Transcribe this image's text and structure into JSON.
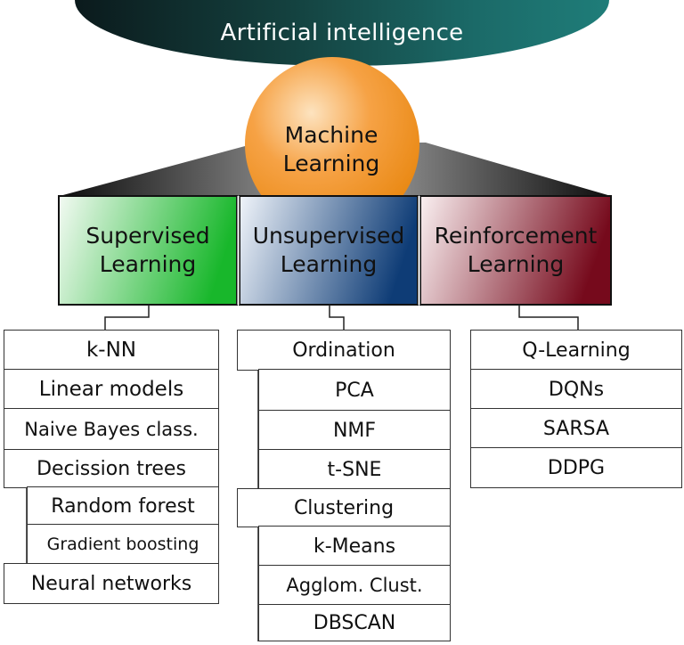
{
  "top": {
    "label": "Artificial intelligence"
  },
  "ml": {
    "line1": "Machine",
    "line2": "Learning"
  },
  "categories": [
    {
      "line1": "Supervised",
      "line2": "Learning",
      "color": "#1dbb2e"
    },
    {
      "line1": "Unsupervised",
      "line2": "Learning",
      "color": "#0f3f78"
    },
    {
      "line1": "Reinforcement",
      "line2": "Learning",
      "color": "#7a0a1e"
    }
  ],
  "supervised": [
    "k-NN",
    "Linear models",
    "Naive Bayes class.",
    "Decission trees",
    "Random forest",
    "Gradient boosting",
    "Neural networks"
  ],
  "unsupervised": [
    "Ordination",
    "PCA",
    "NMF",
    "t-SNE",
    "Clustering",
    "k-Means",
    "Agglom. Clust.",
    "DBSCAN"
  ],
  "reinforcement": [
    "Q-Learning",
    "DQNs",
    "SARSA",
    "DDPG"
  ]
}
